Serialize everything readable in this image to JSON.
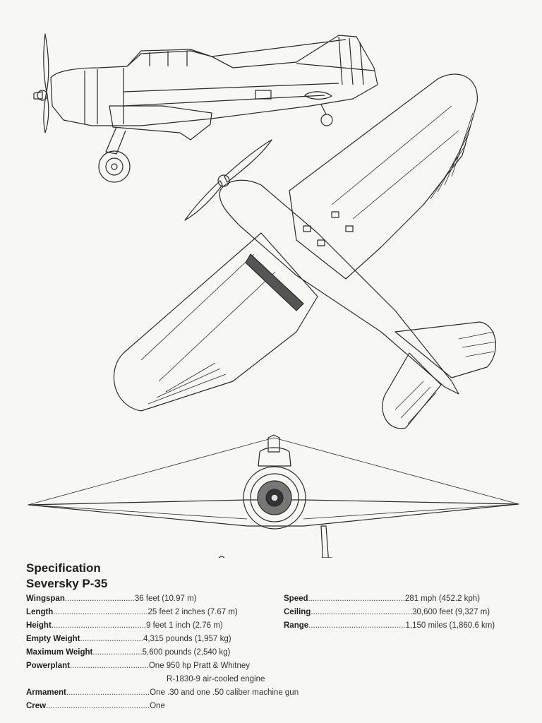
{
  "spec": {
    "heading": "Specification",
    "aircraft": "Seversky P-35"
  },
  "left_specs": [
    {
      "label": "Wingspan",
      "value": "36 feet (10.97 m)"
    },
    {
      "label": "Length",
      "value": "25 feet 2 inches (7.67 m)"
    },
    {
      "label": "Height",
      "value": "9 feet 1 inch (2.76 m)"
    },
    {
      "label": "Empty Weight",
      "value": "4,315 pounds (1,957 kg)"
    },
    {
      "label": "Maximum Weight",
      "value": "5,600 pounds (2,540 kg)"
    },
    {
      "label": "Powerplant",
      "value": "One 950 hp Pratt & Whitney"
    },
    {
      "label": "",
      "value": "R-1830-9 air-cooled engine"
    },
    {
      "label": "Armament",
      "value": "One .30  and one .50  caliber machine gun"
    },
    {
      "label": "Crew",
      "value": "One"
    }
  ],
  "right_specs": [
    {
      "label": "Speed",
      "value": "281 mph (452.2 kph)"
    },
    {
      "label": "Ceiling",
      "value": "30,600 feet (9,327 m)"
    },
    {
      "label": "Range",
      "value": "1,150 miles (1,860.6 km)"
    }
  ]
}
